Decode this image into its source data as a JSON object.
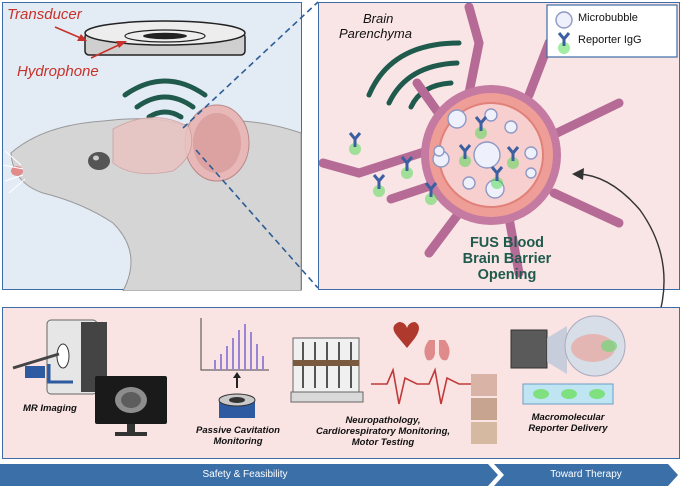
{
  "mouse_panel": {
    "transducer_label": "Transducer",
    "hydrophone_label": "Hydrophone"
  },
  "bbb_panel": {
    "parenchyma_label_line1": "Brain",
    "parenchyma_label_line2": "Parenchyma",
    "legend": {
      "microbubble": "Microbubble",
      "reporter_igg": "Reporter IgG"
    },
    "title_line1": "FUS Blood",
    "title_line2": "Brain Barrier",
    "title_line3": "Opening"
  },
  "bottom_panel": {
    "mr_imaging": "MR Imaging",
    "pcm_line1": "Passive Cavitation",
    "pcm_line2": "Monitoring",
    "neuro_line1": "Neuropathology,",
    "neuro_line2": "Cardiorespiratory Monitoring,",
    "neuro_line3": "Motor Testing",
    "macro_line1": "Macromolecular",
    "macro_line2": "Reporter Delivery"
  },
  "timeline": {
    "safety": "Safety & Feasibility",
    "therapy": "Toward Therapy"
  },
  "colors": {
    "panel_border": "#3e6ca6",
    "wave": "#1f5a4d",
    "vessel": "#b56b95",
    "title": "#1f5a4d",
    "antibody": "#3b5fa0",
    "glow": "#46d94a"
  }
}
